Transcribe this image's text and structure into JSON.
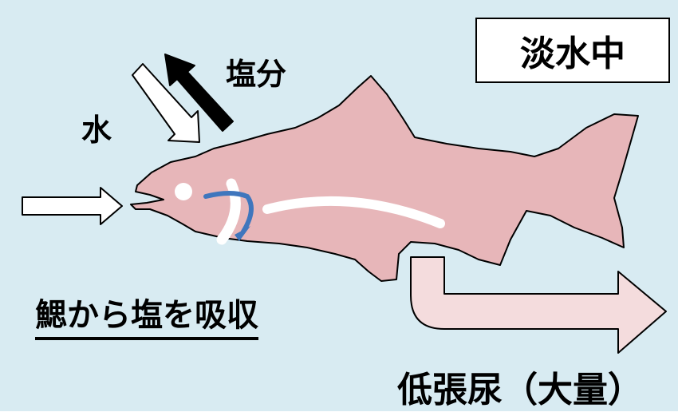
{
  "title": "淡水中",
  "labels": {
    "salt": "塩分",
    "water": "水",
    "gill_absorption": "鰓から塩を吸収",
    "urine": "低張尿（大量）"
  },
  "colors": {
    "background": "#d8ebf2",
    "fish_body": "#e7b6b9",
    "water_flow": "#3f76bd",
    "urine_arrow": "#f4dcdd"
  }
}
